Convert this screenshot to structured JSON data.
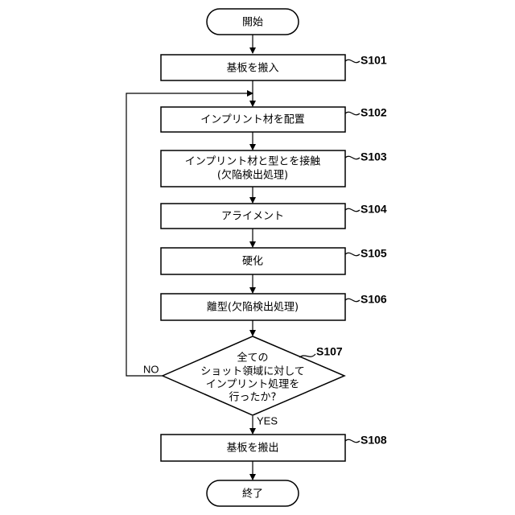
{
  "flowchart": {
    "start": "開始",
    "end": "終了",
    "steps": [
      {
        "id": "S101",
        "lines": [
          "基板を搬入"
        ]
      },
      {
        "id": "S102",
        "lines": [
          "インプリント材を配置"
        ]
      },
      {
        "id": "S103",
        "lines": [
          "インプリント材と型とを接触",
          "(欠陥検出処理)"
        ]
      },
      {
        "id": "S104",
        "lines": [
          "アライメント"
        ]
      },
      {
        "id": "S105",
        "lines": [
          "硬化"
        ]
      },
      {
        "id": "S106",
        "lines": [
          "離型(欠陥検出処理)"
        ]
      },
      {
        "id": "S108",
        "lines": [
          "基板を搬出"
        ]
      }
    ],
    "decision": {
      "id": "S107",
      "lines": [
        "全ての",
        "ショット領域に対して",
        "インプリント処理を",
        "行ったか?"
      ],
      "yes_label": "YES",
      "no_label": "NO"
    }
  }
}
